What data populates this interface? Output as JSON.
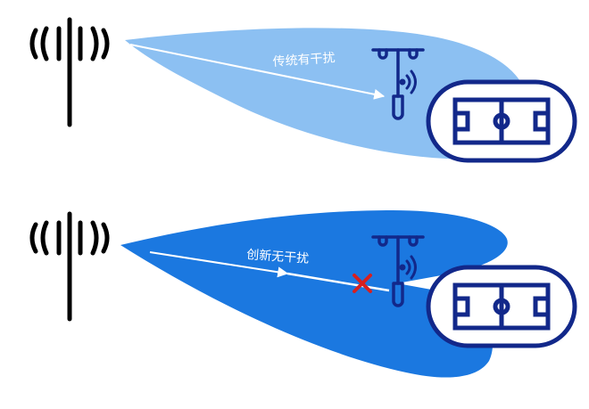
{
  "colors": {
    "background": "#ffffff",
    "tower": "#000000",
    "beam_traditional": "#8cc0f2",
    "beam_innovative": "#1b78e0",
    "equipment": "#12288a",
    "arrow": "#ffffff",
    "cross": "#d62020"
  },
  "panels": [
    {
      "label": "传统有干扰",
      "beam": "wide-beam",
      "interference_blocked": false,
      "icons": [
        "antenna-tower-icon",
        "wifi-signal-icon",
        "street-light-icon",
        "stadium-icon"
      ]
    },
    {
      "label": "创新无干扰",
      "beam": "split-beam",
      "interference_blocked": true,
      "icons": [
        "antenna-tower-icon",
        "wifi-signal-icon",
        "street-light-icon",
        "stadium-icon",
        "cross-icon"
      ]
    }
  ]
}
